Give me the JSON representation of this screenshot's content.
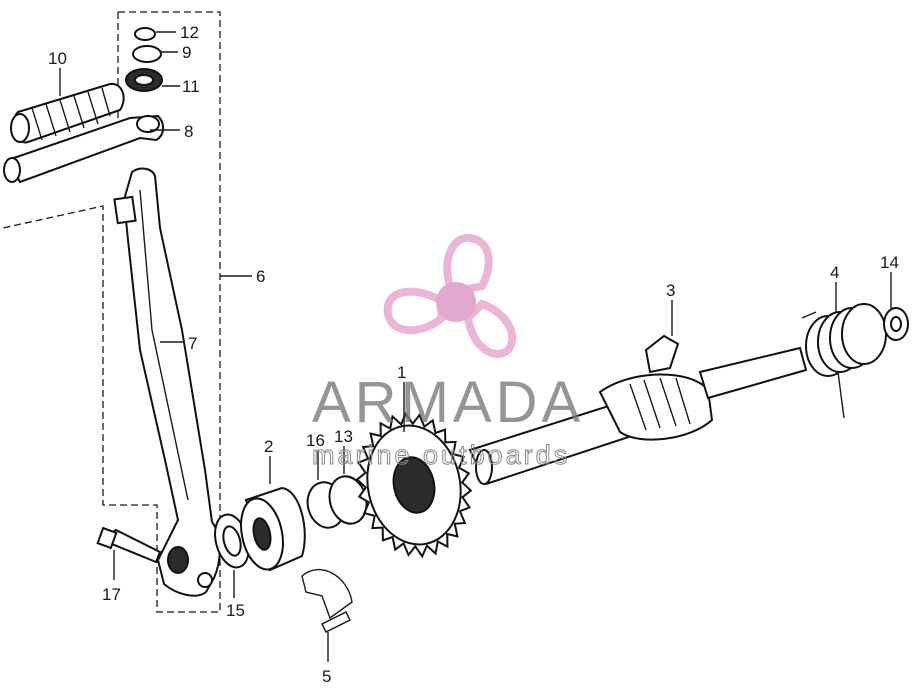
{
  "watermark": {
    "title": "ARMADA",
    "subtitle": "marine outboards",
    "logo_color": "#e7a9cf",
    "logo_center_color": "#dd9ac6"
  },
  "callouts": [
    "1",
    "2",
    "3",
    "4",
    "5",
    "6",
    "7",
    "8",
    "9",
    "10",
    "11",
    "12",
    "13",
    "14",
    "15",
    "16",
    "17"
  ]
}
